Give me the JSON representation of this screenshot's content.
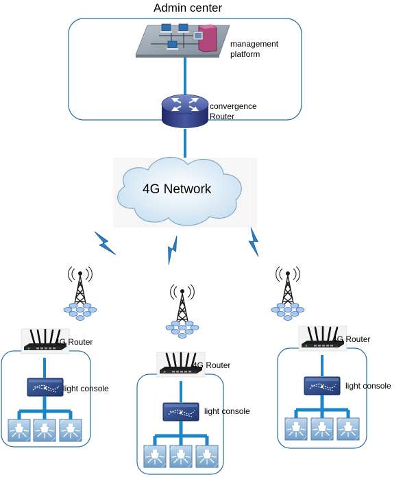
{
  "admin": {
    "title": "Admin center",
    "platform_label_line1": "management",
    "platform_label_line2": "platform",
    "router_label_line1": "convergence",
    "router_label_line2": "Router"
  },
  "network": {
    "label": "4G Network"
  },
  "sites": [
    {
      "router_label": "4G Router",
      "console_label": "light console"
    },
    {
      "router_label": "4G Router",
      "console_label": "light console"
    },
    {
      "router_label": "4G Router",
      "console_label": "light console"
    }
  ],
  "colors": {
    "link": "#1a86c8",
    "frame": "#2a6e9c",
    "router_body": "#3a4a8e",
    "cloud": "#dcecf6",
    "lightning": "#2f7fc0",
    "light_tile": "#9cc1e0",
    "console": "#2e4c8a"
  }
}
